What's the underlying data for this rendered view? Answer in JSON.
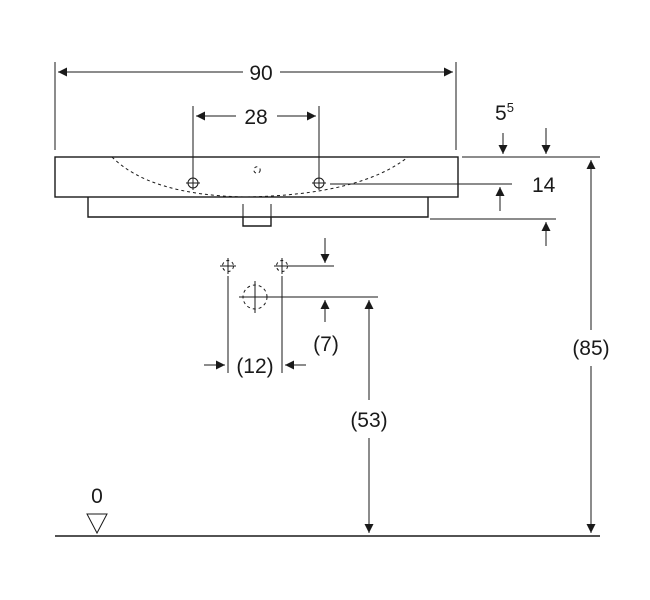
{
  "diagram": {
    "dimensions": {
      "overall_width": "90",
      "tap_hole_spacing": "28",
      "rim_offset_base": "5",
      "rim_offset_sup": "5",
      "rim_height": "14",
      "supply_offset": "(7)",
      "supply_spacing": "(12)",
      "drain_height": "(53)",
      "rim_total_height": "(85)"
    },
    "floor_level": "0"
  }
}
